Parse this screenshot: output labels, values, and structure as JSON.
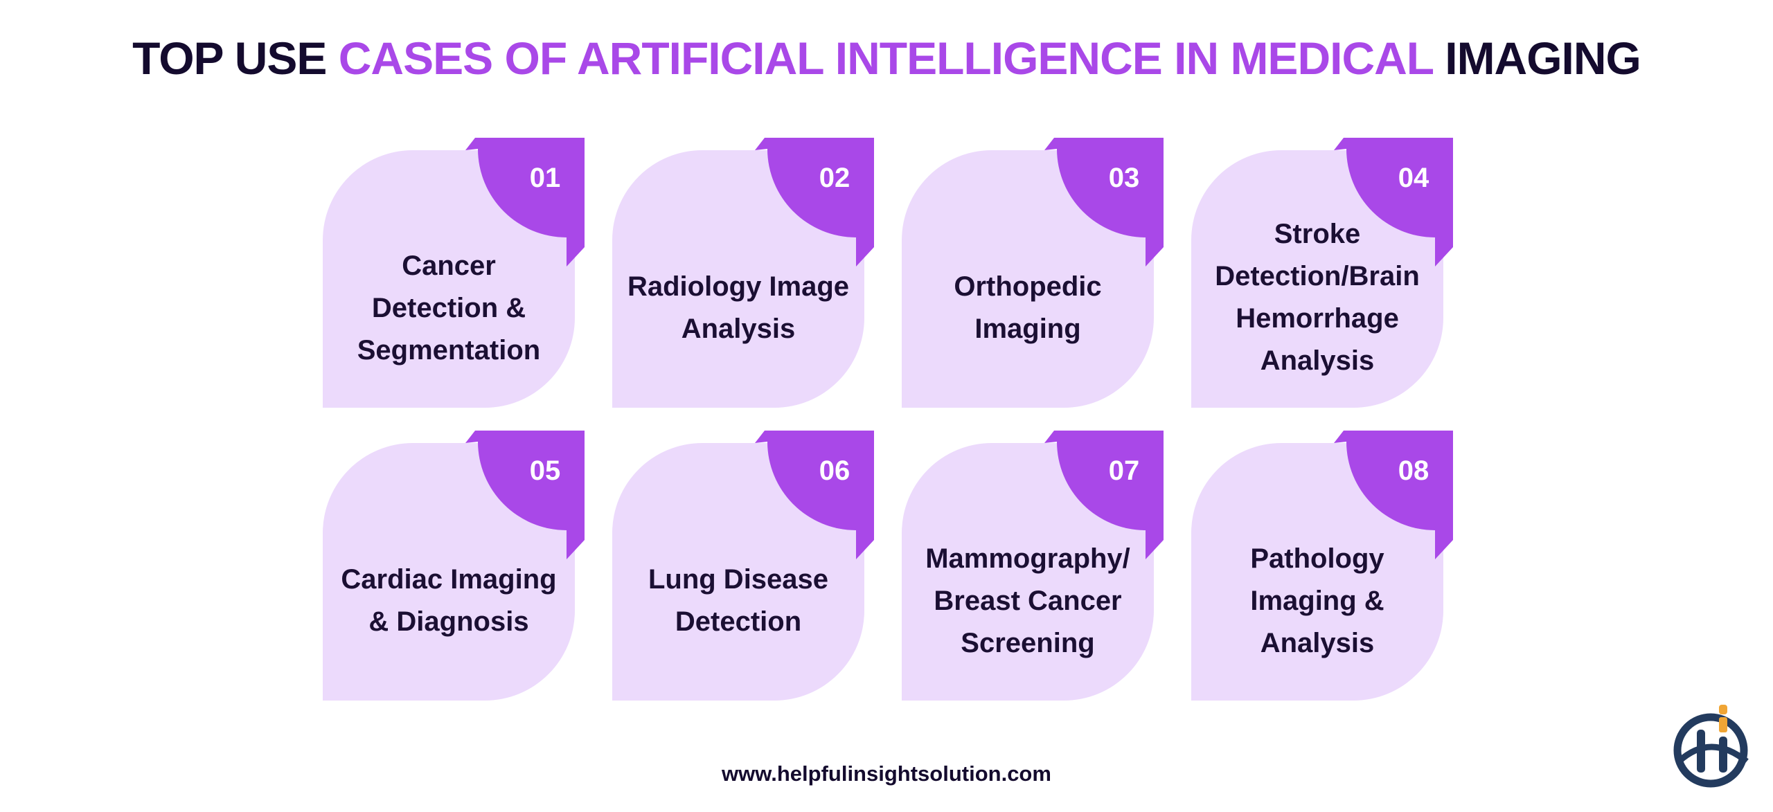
{
  "header": {
    "title_part1": "TOP USE ",
    "title_part2": "CASES OF ARTIFICIAL INTELLIGENCE IN MEDICAL",
    "title_part3": " IMAGING"
  },
  "colors": {
    "accent": "#a948e8",
    "dark_text": "#140b2e",
    "card_bg": "#ecdafc",
    "logo_navy": "#233b5e",
    "logo_orange": "#f0a535"
  },
  "cards": [
    {
      "number": "01",
      "label": "Cancer Detection & Segmentation"
    },
    {
      "number": "02",
      "label": "Radiology Image Analysis"
    },
    {
      "number": "03",
      "label": "Orthopedic Imaging"
    },
    {
      "number": "04",
      "label": "Stroke Detection/Brain Hemorrhage Analysis"
    },
    {
      "number": "05",
      "label": "Cardiac Imaging & Diagnosis"
    },
    {
      "number": "06",
      "label": "Lung Disease Detection"
    },
    {
      "number": "07",
      "label": "Mammography/ Breast Cancer Screening"
    },
    {
      "number": "08",
      "label": "Pathology Imaging & Analysis"
    }
  ],
  "footer": {
    "website": "www.helpfulinsightsolution.com"
  },
  "logo": {
    "icon": "hi-logo-icon"
  }
}
